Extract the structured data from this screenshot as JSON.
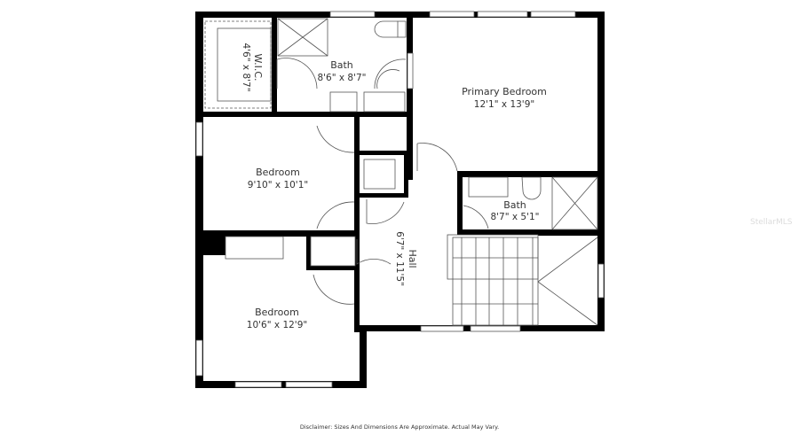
{
  "floorplan": {
    "rooms": [
      {
        "id": "wic",
        "label": "W.I.C.",
        "dims": "4'6\" x 8'7\""
      },
      {
        "id": "bath1",
        "label": "Bath",
        "dims": "8'6\" x 8'7\""
      },
      {
        "id": "primary",
        "label": "Primary Bedroom",
        "dims": "12'1\" x 13'9\""
      },
      {
        "id": "bedroom1",
        "label": "Bedroom",
        "dims": "9'10\" x 10'1\""
      },
      {
        "id": "bath2",
        "label": "Bath",
        "dims": "8'7\" x 5'1\""
      },
      {
        "id": "hall",
        "label": "Hall",
        "dims": "6'7\" x 11'5\""
      },
      {
        "id": "bedroom2",
        "label": "Bedroom",
        "dims": "10'6\" x 12'9\""
      }
    ],
    "disclaimer": "Disclaimer: Sizes And Dimensions Are Approximate. Actual May Vary.",
    "watermark": "StellarMLS"
  }
}
